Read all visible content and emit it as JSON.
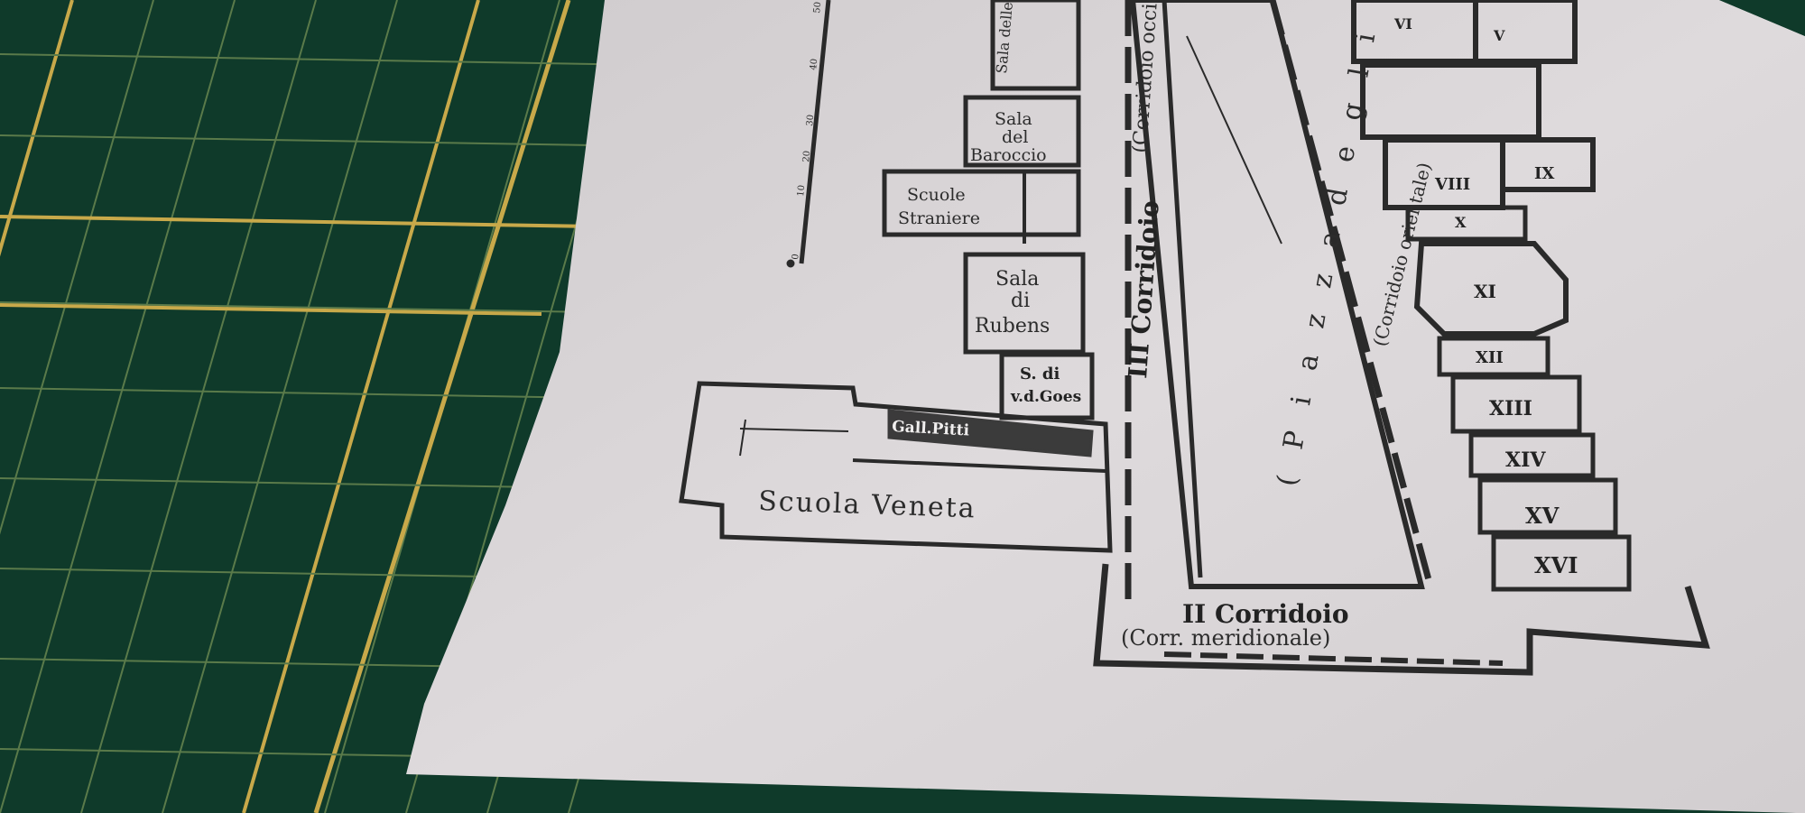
{
  "photo": {
    "subject": "",
    "colors": {
      "mat_green": "#0f3a2a",
      "mat_grid_yellow": "#c8a94a",
      "mat_grid_thin": "#5a7a4a",
      "paper": "#dcd8da",
      "ink": "#2a2a2a"
    }
  },
  "floor_plan": {
    "rooms": {
      "sala_delle": "Sala delle",
      "sala_barocci_1": "Sala",
      "sala_barocci_2": "del",
      "sala_barocci_3": "Baroccio",
      "scuole_straniere_1": "Scuole",
      "scuole_straniere_2": "Straniere",
      "sala_rubens_1": "Sala",
      "sala_rubens_2": "di",
      "sala_rubens_3": "Rubens",
      "sdi_goes_1": "S. di",
      "sdi_goes_2": "v.d.Goes",
      "gall_pitti": "Gall.Pitti",
      "scuola_veneta": "Scuola Veneta"
    },
    "corridors": {
      "third": "III Corridoio",
      "third_sub": "(Corridoio occidentale)",
      "second": "II Corridoio",
      "second_sub": "(Corr. meridionale)",
      "east_sub": "(Corridoio orientale)"
    },
    "piazza": "( P i a z z a   d e g l i",
    "numbered_rooms": [
      "VI",
      "V",
      "VIII",
      "IX",
      "X",
      "XI",
      "XII",
      "XIII",
      "XIV",
      "XV",
      "XVI"
    ],
    "scale_ticks": [
      "50",
      "40",
      "30",
      "20",
      "10",
      "0"
    ]
  }
}
